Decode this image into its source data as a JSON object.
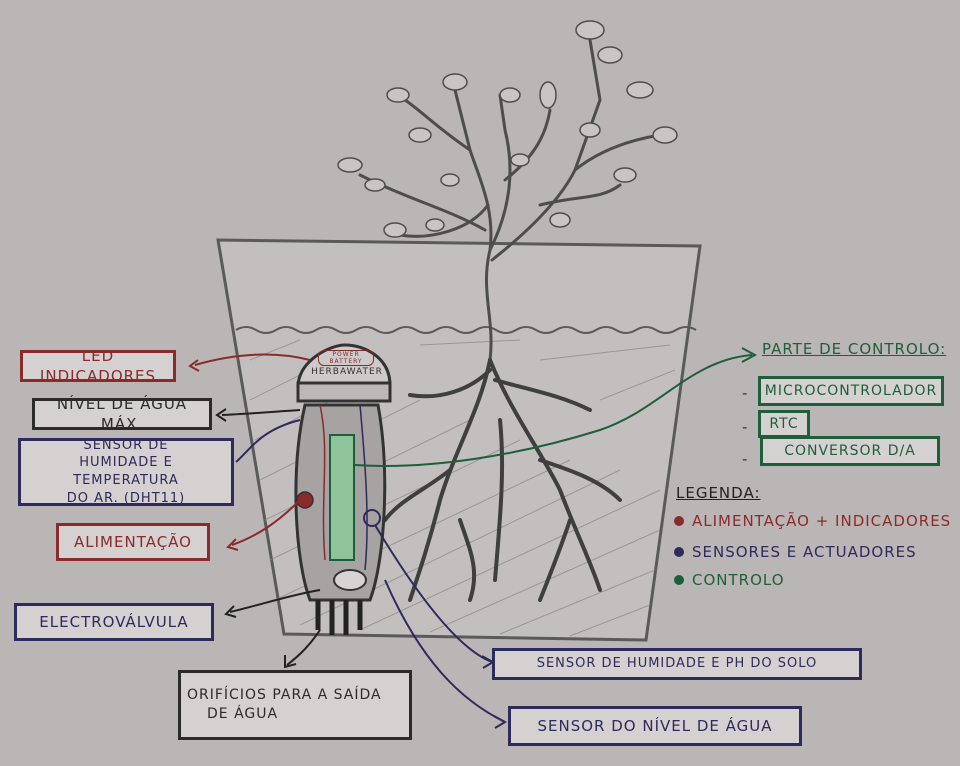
{
  "labels": {
    "led": "LED INDICADORES",
    "nivel_max": "NÍVEL DE ÁGUA MÁX.",
    "sensor_ar_1": "SENSOR DE",
    "sensor_ar_2": "HUMIDADE E TEMPERATURA",
    "sensor_ar_3": "DO AR. (DHT11)",
    "alimentacao": "ALIMENTAÇÃO",
    "electrovalvula": "ELECTROVÁLVULA",
    "orificios_1": "ORIFÍCIOS PARA A SAÍDA",
    "orificios_2": "DE ÁGUA",
    "sensor_solo": "SENSOR DE HUMIDADE E PH DO SOLO",
    "sensor_nivel": "SENSOR DO NÍVEL DE ÁGUA",
    "device_top": "HERBAWATER",
    "device_badge": "POWER BATTERY"
  },
  "control": {
    "title": "PARTE DE CONTROLO:",
    "items": [
      "MICROCONTROLADOR",
      "RTC",
      "CONVERSOR D/A"
    ],
    "dash": "-"
  },
  "legend": {
    "title": "LEGENDA:",
    "items": [
      {
        "label": "ALIMENTAÇÃO + INDICADORES",
        "color": "#8b2a2a"
      },
      {
        "label": "SENSORES E ACTUADORES",
        "color": "#2e2a5c"
      },
      {
        "label": "CONTROLO",
        "color": "#1f5e3a"
      }
    ]
  },
  "colors": {
    "red": "#8b2a2a",
    "blue": "#2e2a5c",
    "green": "#1f5e3a",
    "pencil": "#555555"
  }
}
